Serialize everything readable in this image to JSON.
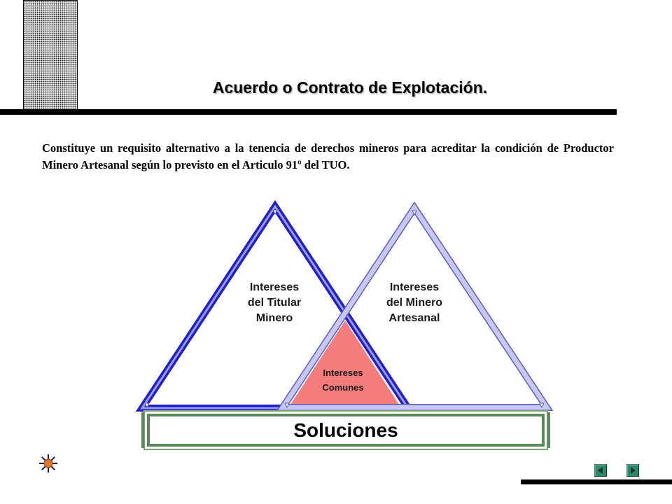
{
  "slide": {
    "title": "Acuerdo o Contrato de Explotación.",
    "description": "Constituye un requisito alternativo a la tenencia de derechos mineros para acreditar la condición de Productor Minero Artesanal según lo previsto en el Articulo 91º del TUO."
  },
  "diagram": {
    "left_triangle_label": "Intereses\ndel Titular\nMinero",
    "right_triangle_label": "Intereses\ndel Minero\nArtesanal",
    "overlap_label": "Intereses\nComunes",
    "base_label": "Soluciones"
  },
  "navigation": {
    "prev_icon": "back-arrow-icon",
    "next_icon": "forward-arrow-icon",
    "action_icon": "sun-burst-icon"
  },
  "colors": {
    "left_triangle": "#1f1fd0",
    "right_triangle": "#b8b8f0",
    "overlap_fill": "#f47c7c",
    "solutions_border": "#5a8a5a",
    "nav_button": "#2a8a6a"
  }
}
